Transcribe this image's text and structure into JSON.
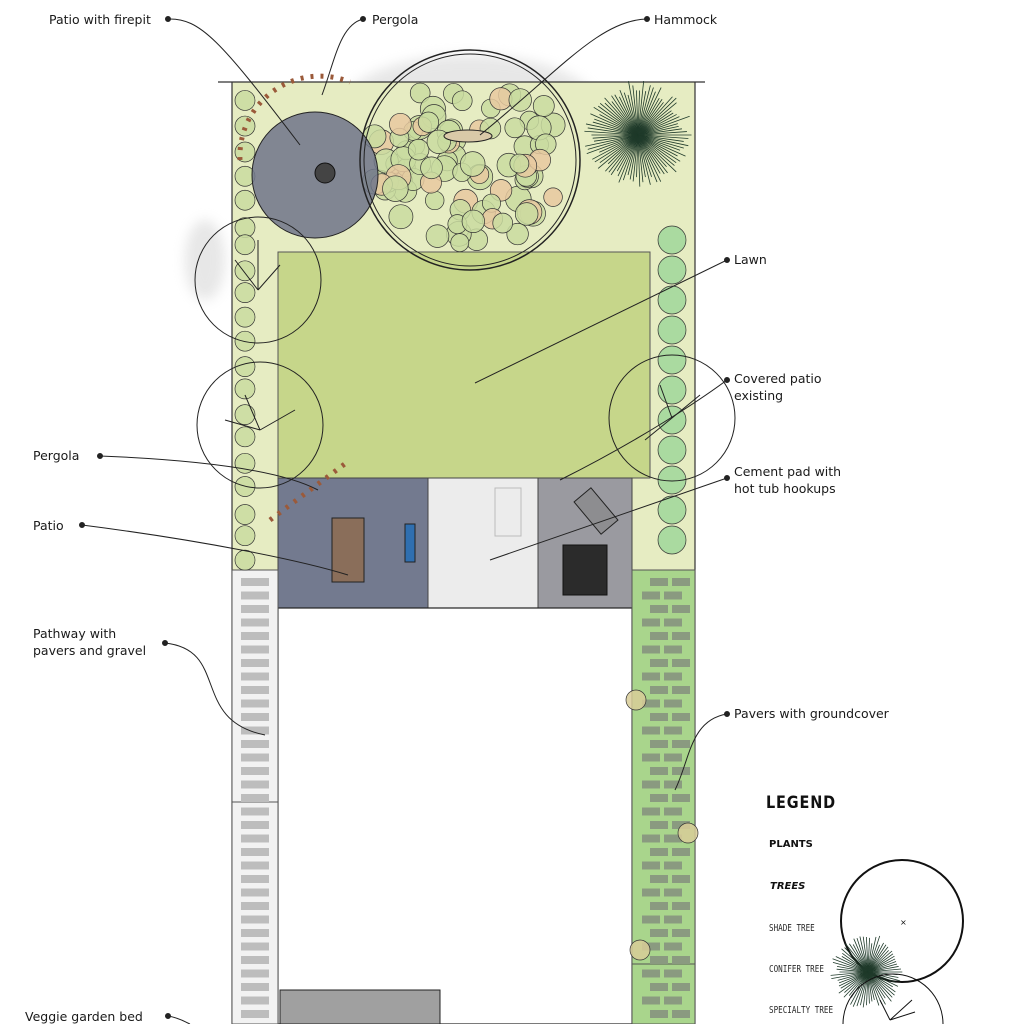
{
  "labels": {
    "patio_firepit": "Patio with firepit",
    "pergola_top": "Pergola",
    "hammock": "Hammock",
    "lawn": "Lawn",
    "covered_patio_1": "Covered patio",
    "covered_patio_2": "existing",
    "cement_pad_1": "Cement pad with",
    "cement_pad_2": "hot tub hookups",
    "pergola_left": "Pergola",
    "patio": "Patio",
    "pathway_1": "Pathway with",
    "pathway_2": "pavers and gravel",
    "pavers_groundcover": "Pavers with groundcover",
    "veggie": "Veggie garden bed"
  },
  "legend": {
    "title": "LEGEND",
    "plants": "PLANTS",
    "trees": "TREES",
    "shade_tree": "SHADE TREE",
    "conifer_tree": "CONIFER TREE",
    "specialty_tree": "SPECIALTY TREE"
  },
  "colors": {
    "lawn": "#c9d98a",
    "planting": "#e6ecc2",
    "patio": "#6e7489",
    "pavers_green": "#a9d58c",
    "path": "#e4e4e4"
  }
}
